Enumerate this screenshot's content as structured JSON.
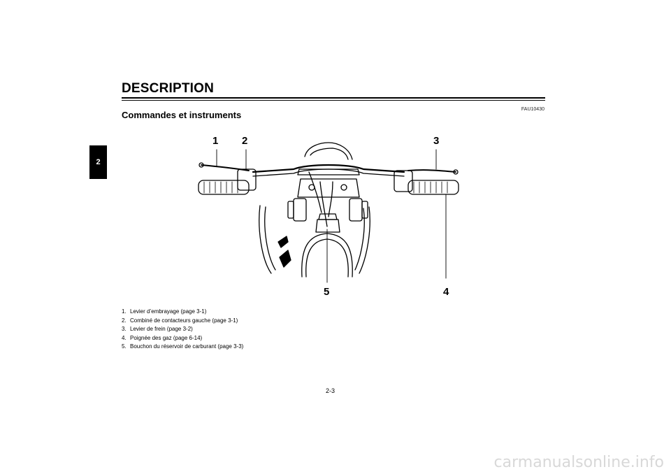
{
  "header": {
    "section_title": "DESCRIPTION",
    "chapter_tab": "2"
  },
  "doc_code": "FAU10430",
  "subtitle": "Commandes et instruments",
  "figure": {
    "callouts": [
      "1",
      "2",
      "3",
      "4",
      "5"
    ]
  },
  "legend": [
    {
      "num": "1.",
      "text": "Levier d’embrayage (page 3-1)"
    },
    {
      "num": "2.",
      "text": "Combiné de contacteurs gauche (page 3-1)"
    },
    {
      "num": "3.",
      "text": "Levier de frein (page 3-2)"
    },
    {
      "num": "4.",
      "text": "Poignée des gaz (page 6-14)"
    },
    {
      "num": "5.",
      "text": "Bouchon du réservoir de carburant (page 3-3)"
    }
  ],
  "page_number": "2-3",
  "footer_watermark": "carmanualsonline.info"
}
